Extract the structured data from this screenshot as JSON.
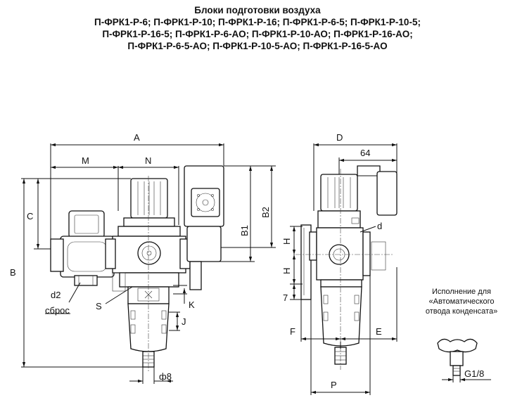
{
  "title": {
    "lines": [
      "Блоки подготовки воздуха",
      "П-ФРК1-Р-6; П-ФРК1-Р-10; П-ФРК1-Р-16; П-ФРК1-Р-6-5; П-ФРК1-Р-10-5;",
      "П-ФРК1-Р-16-5; П-ФРК1-Р-6-АО; П-ФРК1-Р-10-АО; П-ФРК1-Р-16-АО;",
      "П-ФРК1-Р-6-5-АО; П-ФРК1-Р-10-5-АО; П-ФРК1-Р-16-5-АО"
    ]
  },
  "front_view": {
    "labels": {
      "A": "A",
      "M": "M",
      "N": "N",
      "C": "C",
      "B": "B",
      "B1": "B1",
      "B2": "B2",
      "d2": "d2",
      "sbros": "сброс",
      "S": "S",
      "K": "K",
      "J": "J",
      "phi8": "ф8"
    }
  },
  "side_view": {
    "labels": {
      "D": "D",
      "d64": "64",
      "d": "d",
      "H1": "H",
      "H2": "H",
      "seven": "7",
      "F": "F",
      "E": "E",
      "P": "P"
    }
  },
  "note": {
    "lines": [
      "Исполнение для",
      "«Автоматического",
      "отвода конденсата»"
    ],
    "thread": "G1/8"
  }
}
